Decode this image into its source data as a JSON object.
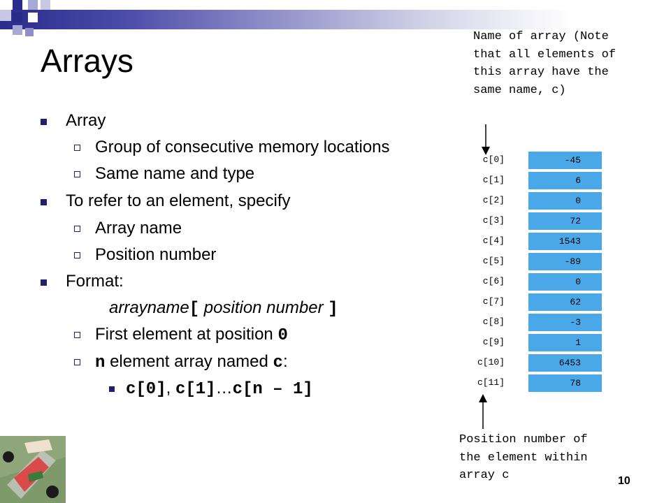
{
  "slide": {
    "title": "Arrays",
    "page_number": "10"
  },
  "bullets": {
    "l1_array": "Array",
    "l2_group": "Group of consecutive memory locations",
    "l2_same": "Same name and type",
    "l1_refer": "To refer to an element, specify",
    "l2_name": "Array name",
    "l2_position": "Position number",
    "l1_format": "Format:",
    "format_arrayname": "arrayname",
    "format_open": "[",
    "format_position": " position number ",
    "format_close": "]",
    "l2_first_text": "First element at position ",
    "l2_first_code": "0",
    "l2_n_code": "n",
    "l2_n_text": " element array named ",
    "l2_n_code2": "c",
    "l2_n_colon": ":",
    "l3_c0": "c[0]",
    "l3_sep": ", ",
    "l3_c1": "c[1]",
    "l3_ellipsis": "…",
    "l3_cn": "c[n – 1]"
  },
  "array": {
    "labels": [
      "c[0]",
      "c[1]",
      "c[2]",
      "c[3]",
      "c[4]",
      "c[5]",
      "c[6]",
      "c[7]",
      "c[8]",
      "c[9]",
      "c[10]",
      "c[11]"
    ],
    "values": [
      "-45",
      "6",
      "0",
      "72",
      "1543",
      "-89",
      "0",
      "62",
      "-3",
      "1",
      "6453",
      "78"
    ],
    "cell_color": "#4aa8e8"
  },
  "notes": {
    "name_note": "Name of array (Note\nthat all elements of\nthis array have the\nsame name, c)",
    "position_note": "Position number of\nthe element within\narray c"
  },
  "colors": {
    "bullet": "#202070",
    "banner": "#2b2b8c"
  }
}
